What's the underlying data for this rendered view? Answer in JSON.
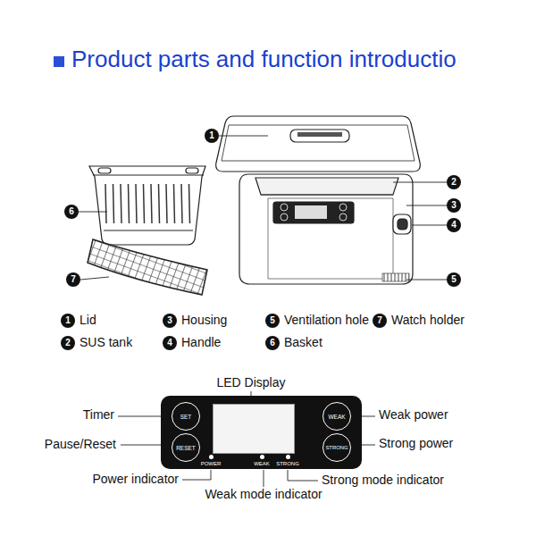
{
  "diagram": {
    "title": "Product parts and function introductio",
    "nodes": [
      {
        "text": [
          "POWER",
          "WEAK",
          "STRONG"
        ]
      },
      {
        "text": [
          "SET"
        ],
        "in": 0
      },
      {
        "text": [
          "RESET"
        ],
        "in": 0
      },
      {
        "text": [
          "WEAK"
        ],
        "in": 0
      },
      {
        "text": [
          "STRONG"
        ],
        "in": 0
      }
    ],
    "labels": [
      "1",
      "2",
      "3",
      "4",
      "5",
      "6",
      "7",
      "1",
      "Lid",
      "3",
      "Housing",
      "5",
      "Ventilation hole",
      "7",
      "Watch holder",
      "2",
      "SUS tank",
      "4",
      "Handle",
      "6",
      "Basket",
      "LED Display",
      "Timer",
      "Pause/Reset",
      "Weak power",
      "Strong power",
      "Power indicator",
      "Strong mode indicator",
      "Weak mode indicator"
    ]
  }
}
